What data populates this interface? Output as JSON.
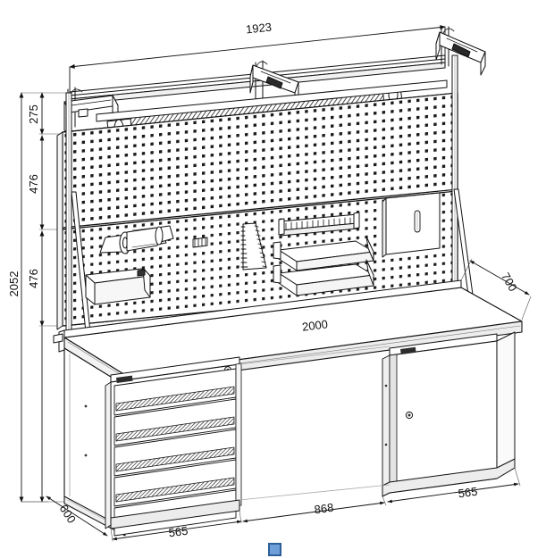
{
  "drawing": {
    "title": "Workbench system isometric technical drawing",
    "background_color": "#ffffff",
    "line_color": "#111111",
    "selection_marker_color": "#6f9fd8"
  },
  "dimensions": {
    "rail_width": "1923",
    "overall_height": "2052",
    "light_to_panel": "275",
    "panel_upper": "476",
    "panel_lower": "476",
    "worktop_width": "2000",
    "worktop_depth": "700",
    "base_depth": "600",
    "drawer_unit_width": "565",
    "centre_gap": "868",
    "cabinet_width": "565"
  },
  "components": {
    "pegboard_label": "perforated-pegboard-panel",
    "light_fixture_label": "overhead-light-fixture",
    "drawer_unit_label": "five-drawer-unit",
    "cabinet_label": "single-door-cabinet",
    "worktop_label": "worktop-surface",
    "shelf_upper_label": "pegboard-shelf-upper",
    "shelf_lower_label": "pegboard-shelf-lower",
    "tool_rail_label": "tool-rail-holder",
    "bin_box_label": "storage-bin-box",
    "tapered_rack_label": "tapered-tool-rack",
    "panel_box_label": "wall-mounted-panel-box",
    "roll_holder_label": "roll-holder"
  }
}
